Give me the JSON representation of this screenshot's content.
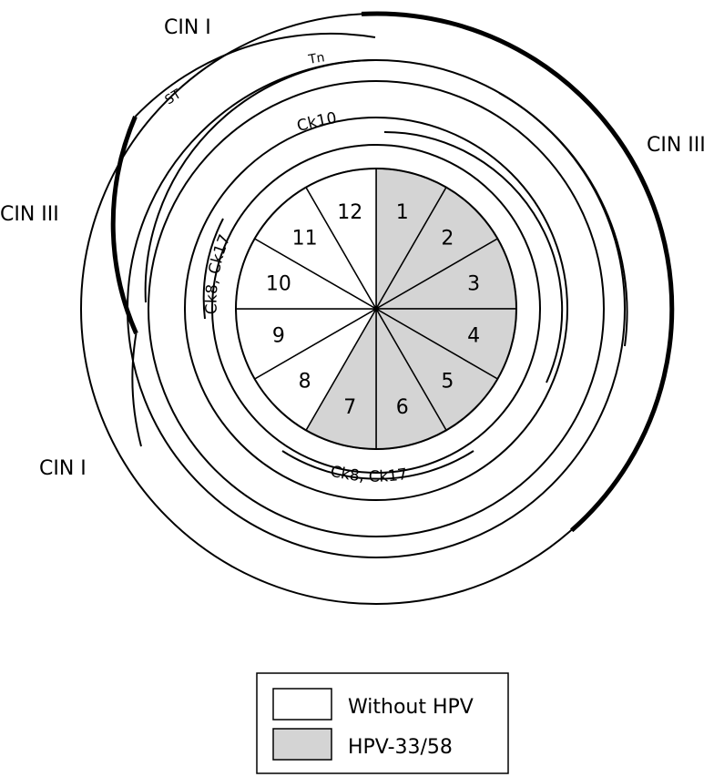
{
  "labels": {
    "cin_top": "CIN I",
    "cin_right": "CIN III",
    "cin_left": "CIN III",
    "cin_bottom_left": "CIN I",
    "tn": "Tn",
    "st": "ST",
    "ck10": "Ck10",
    "ck8_ck17_left": "Ck8, Ck17",
    "ck8_ck17_bottom": "Ck8, Ck17"
  },
  "segments": [
    {
      "number": "1",
      "hpv": true
    },
    {
      "number": "2",
      "hpv": true
    },
    {
      "number": "3",
      "hpv": true
    },
    {
      "number": "4",
      "hpv": true
    },
    {
      "number": "5",
      "hpv": true
    },
    {
      "number": "6",
      "hpv": true
    },
    {
      "number": "7",
      "hpv": true
    },
    {
      "number": "8",
      "hpv": false
    },
    {
      "number": "9",
      "hpv": false
    },
    {
      "number": "10",
      "hpv": false
    },
    {
      "number": "11",
      "hpv": false
    },
    {
      "number": "12",
      "hpv": false
    }
  ],
  "legend": {
    "items": [
      {
        "label": "Without HPV",
        "color": "#ffffff"
      },
      {
        "label": "HPV-33/58",
        "color": "#d4d4d4"
      }
    ]
  },
  "colors": {
    "hpv_fill": "#d4d4d4",
    "no_hpv_fill": "#ffffff",
    "stroke": "#000000"
  }
}
